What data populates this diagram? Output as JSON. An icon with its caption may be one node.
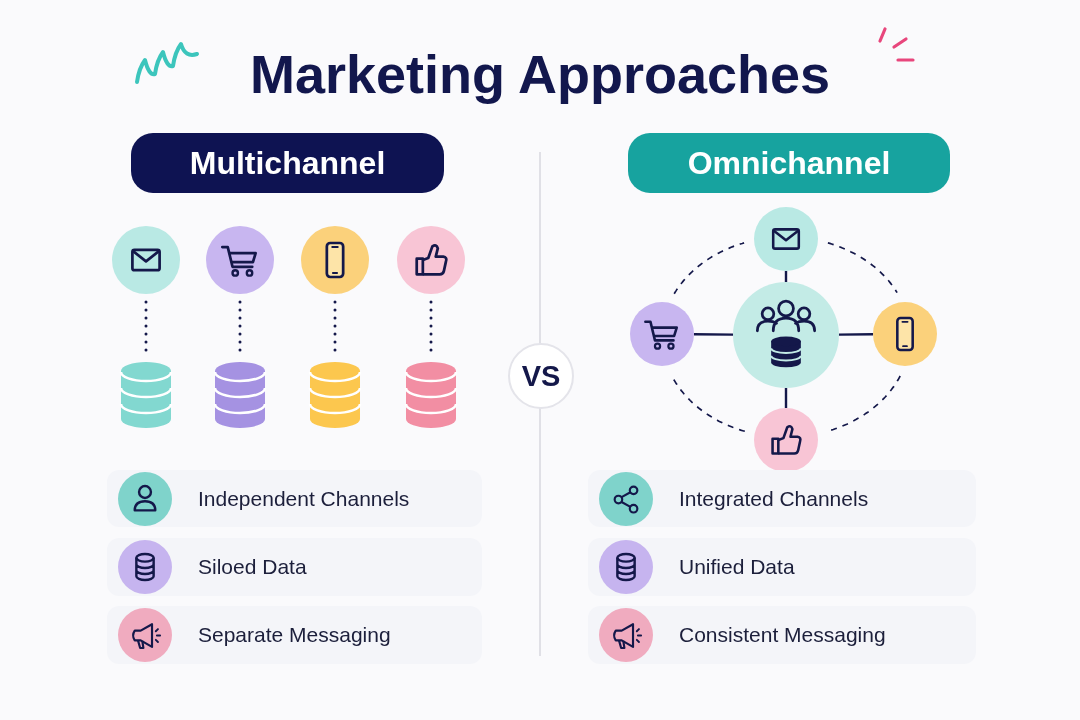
{
  "diagram": {
    "title": "Marketing Approaches",
    "nodes": [
      {
        "text": [
          "Multichannel"
        ]
      },
      {
        "text": [],
        "shape": "circle"
      },
      {
        "text": [],
        "shape": "circle"
      },
      {
        "text": [],
        "shape": "circle"
      },
      {
        "text": [],
        "shape": "circle"
      },
      {
        "text": [],
        "shape": "cylinder"
      },
      {
        "text": [],
        "shape": "cylinder"
      },
      {
        "text": [],
        "shape": "cylinder"
      },
      {
        "text": [],
        "shape": "cylinder"
      },
      {
        "text": [
          "Independent Channels"
        ]
      },
      {
        "text": [
          "Siloed Data"
        ]
      },
      {
        "text": [
          "Separate Messaging"
        ]
      },
      {
        "text": [
          "VS"
        ]
      },
      {
        "text": [
          "Omnichannel"
        ]
      },
      {
        "text": [],
        "shape": "circle"
      },
      {
        "text": [],
        "shape": "circle"
      },
      {
        "text": [],
        "shape": "circle"
      },
      {
        "text": [],
        "shape": "circle"
      },
      {
        "text": [],
        "shape": "circle"
      },
      {
        "text": [
          "Integrated Channels"
        ]
      },
      {
        "text": [
          "Unified Data"
        ]
      },
      {
        "text": [
          "Consistent Messaging"
        ]
      }
    ],
    "edges": [
      {
        "from": 1,
        "to": 5,
        "arrow": "none",
        "style": "dashed"
      },
      {
        "from": 2,
        "to": 6,
        "arrow": "none",
        "style": "dashed"
      },
      {
        "from": 3,
        "to": 7,
        "arrow": "none",
        "style": "dashed"
      },
      {
        "from": 4,
        "to": 8,
        "arrow": "none",
        "style": "dashed"
      },
      {
        "from": 14,
        "to": 16,
        "arrow": "none"
      },
      {
        "from": 15,
        "to": 16,
        "arrow": "none"
      },
      {
        "from": 16,
        "to": 17,
        "arrow": "none"
      },
      {
        "from": 16,
        "to": 18,
        "arrow": "none"
      },
      {
        "from": 14,
        "to": 17,
        "arrow": "none",
        "style": "dashed"
      },
      {
        "from": 17,
        "to": 18,
        "arrow": "none",
        "style": "dashed"
      },
      {
        "from": 18,
        "to": 15,
        "arrow": "none",
        "style": "dashed"
      },
      {
        "from": 15,
        "to": 14,
        "arrow": "none",
        "style": "dashed"
      }
    ]
  }
}
